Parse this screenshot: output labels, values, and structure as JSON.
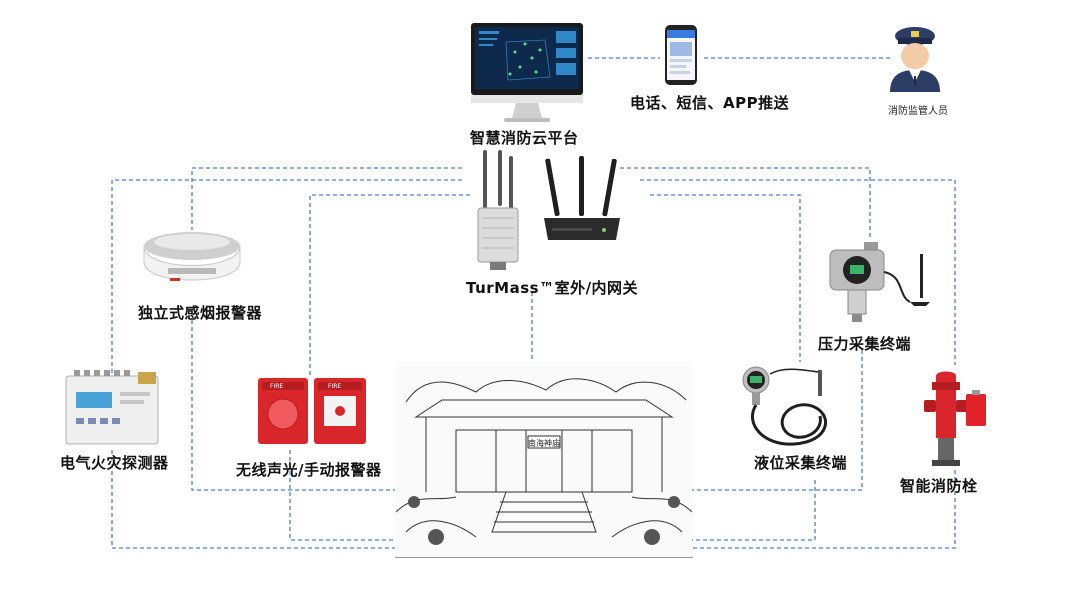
{
  "platform": {
    "label": "智慧消防云平台"
  },
  "notify": {
    "label": "电话、短信、APP推送"
  },
  "officer": {
    "label": "消防监管人员"
  },
  "gateway": {
    "label": "TurMass™室外/内网关"
  },
  "smoke": {
    "label": "独立式感烟报警器"
  },
  "pressure": {
    "label": "压力采集终端"
  },
  "electric": {
    "label": "电气火灾探测器"
  },
  "alarm": {
    "label": "无线声光/手动报警器",
    "fire_text": "FIRE"
  },
  "level": {
    "label": "液位采集终端"
  },
  "hydrant": {
    "label": "智能消防栓"
  },
  "building": {
    "sign": "南海神庙"
  },
  "colors": {
    "line": "#4f7fcf",
    "alarm_red": "#d9262b",
    "officer_blue": "#2c3e66"
  }
}
